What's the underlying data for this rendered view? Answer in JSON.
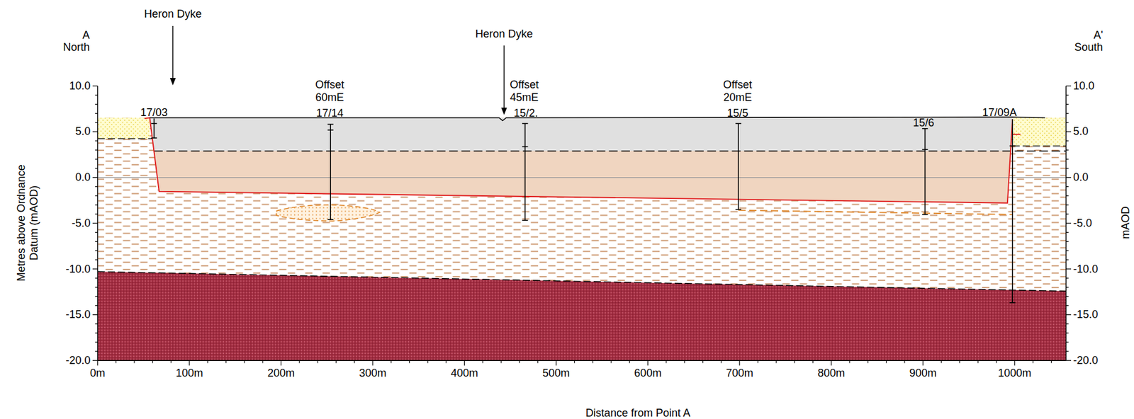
{
  "diagram": {
    "labels": [
      "Heron Dyke",
      "Heron Dyke",
      "A North",
      "A' South",
      "Offset 60mE",
      "17/14",
      "Offset 45mE",
      "15/2.",
      "Offset 20mE",
      "15/5",
      "15/6",
      "17/03",
      "17/09A",
      "10.0",
      "5.0",
      "0.0",
      "-5.0",
      "-10.0",
      "-15.0",
      "-20.0",
      "10.0",
      "5.0",
      "0.0",
      "-5.0",
      "-10.0",
      "-15.0",
      "-20.0",
      "0m",
      "100m",
      "200m",
      "300m",
      "400m",
      "500m",
      "600m",
      "700m",
      "800m",
      "900m",
      "1000m",
      "Metres above Ordnance Datum (mAOD)",
      "mAOD",
      "Distance from Point A"
    ]
  }
}
